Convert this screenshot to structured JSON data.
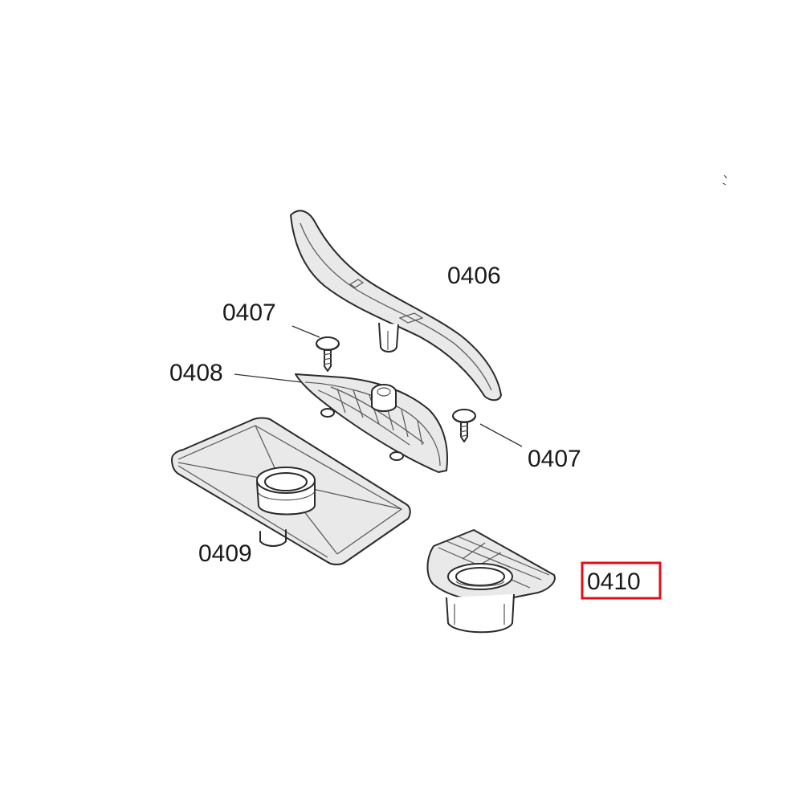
{
  "parts": [
    {
      "id": "part-0406",
      "label": "0406",
      "name": "upper-spray-arm"
    },
    {
      "id": "part-0407a",
      "label": "0407",
      "name": "screw-left"
    },
    {
      "id": "part-0408",
      "label": "0408",
      "name": "fine-filter"
    },
    {
      "id": "part-0407b",
      "label": "0407",
      "name": "screw-right"
    },
    {
      "id": "part-0409",
      "label": "0409",
      "name": "flat-filter-plate"
    },
    {
      "id": "part-0410",
      "label": "0410",
      "name": "micro-filter-cup"
    }
  ],
  "highlight": {
    "part": "0410",
    "color": "#e0101b"
  }
}
